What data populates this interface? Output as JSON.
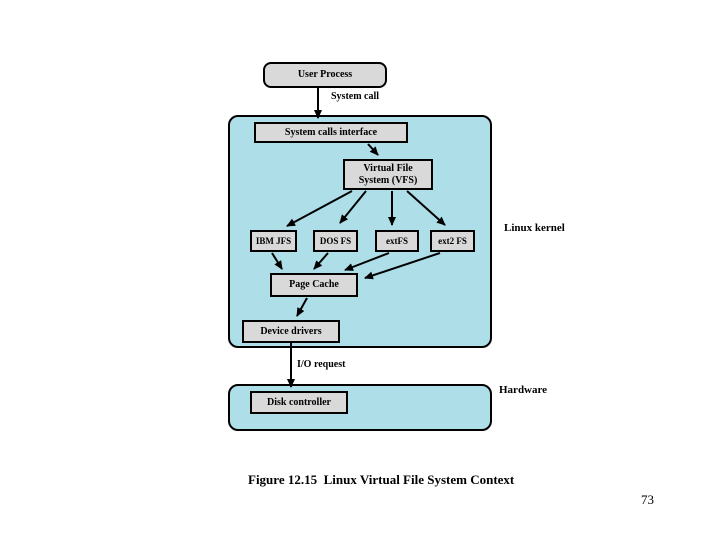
{
  "slide": {
    "caption": "Figure 12.15  Linux Virtual File System Context",
    "page_number": "73"
  },
  "diagram": {
    "nodes": {
      "user_process": "User Process",
      "system_calls_interface": "System calls interface",
      "vfs_line1": "Virtual File",
      "vfs_line2": "System (VFS)",
      "ibm_jfs": "IBM JFS",
      "dos_fs": "DOS FS",
      "ext_fs": "extFS",
      "ext2_fs": "ext2 FS",
      "page_cache": "Page Cache",
      "device_drivers": "Device drivers",
      "disk_controller": "Disk controller"
    },
    "labels": {
      "system_call": "System call",
      "io_request": "I/O request",
      "linux_kernel": "Linux kernel",
      "hardware": "Hardware"
    },
    "colors": {
      "region_fill": "#aedfe8",
      "node_fill": "#d9d9d9",
      "border": "#000000",
      "background": "#ffffff"
    }
  }
}
